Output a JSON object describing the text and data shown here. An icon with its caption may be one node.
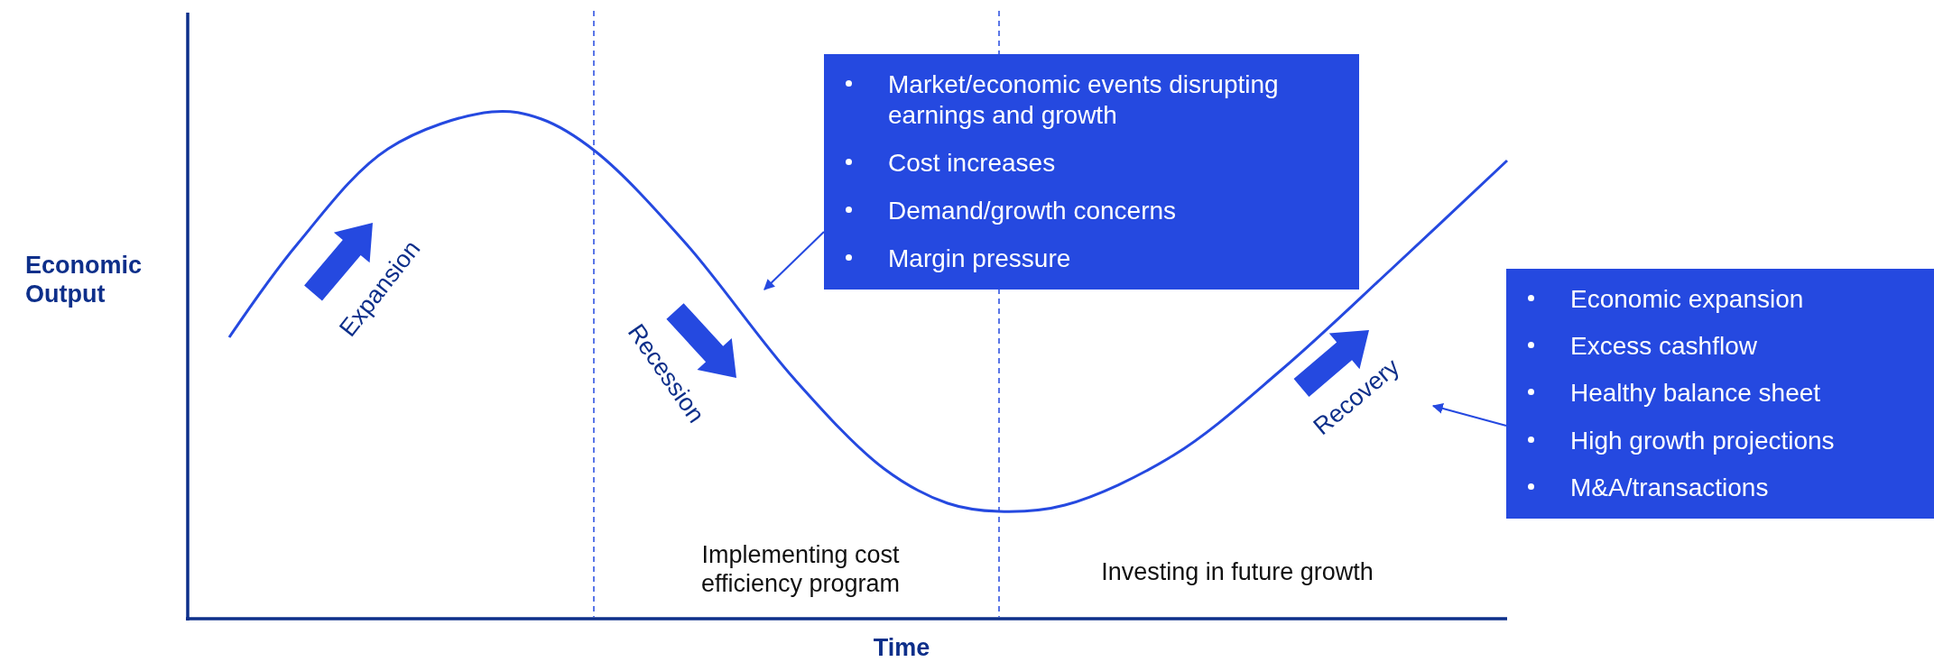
{
  "diagram": {
    "nodes": [
      {
        "text": [
          "Market/economic events disrupting earnings and growth",
          "Cost increases",
          "Demand/growth concerns",
          "Margin pressure"
        ]
      },
      {
        "text": [
          "Economic expansion",
          "Excess cashflow",
          "Healthy balance sheet",
          "High growth projections",
          "M&A/transactions"
        ]
      }
    ],
    "edges": [
      {
        "from": 0,
        "to": null,
        "arrow": "to"
      },
      {
        "from": 1,
        "to": null,
        "arrow": "to"
      }
    ],
    "labels": [
      "Economic Output",
      "Expansion",
      "Recession",
      "Recovery",
      "Implementing cost efficiency program",
      "Investing in future growth",
      "Time"
    ]
  }
}
